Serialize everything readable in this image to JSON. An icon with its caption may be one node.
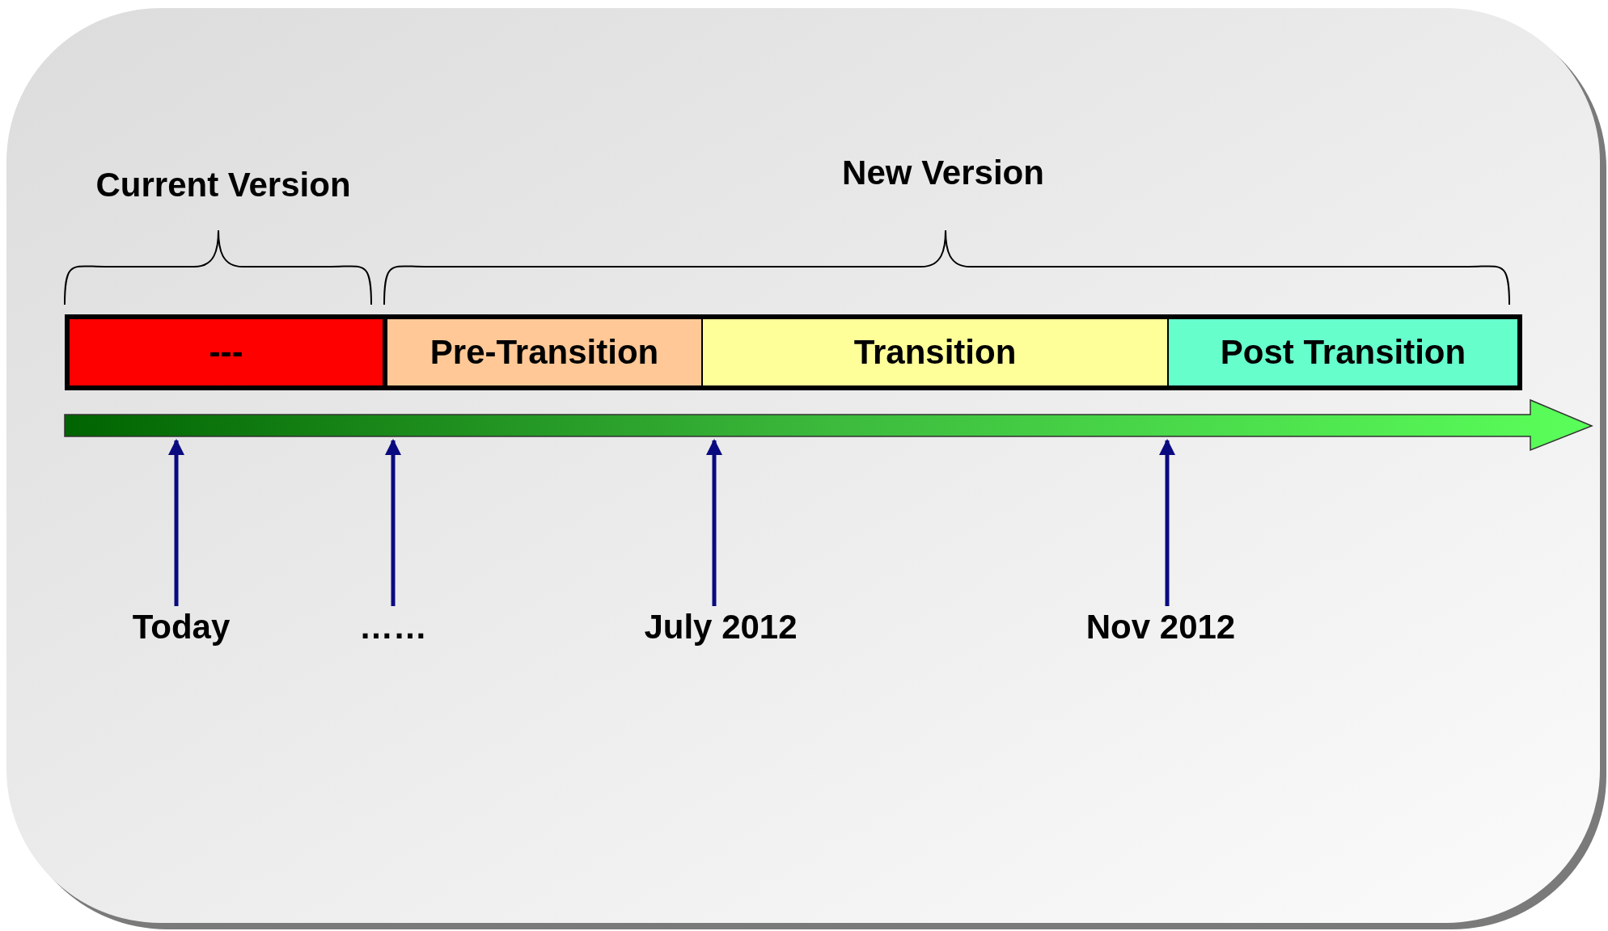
{
  "diagram": {
    "nodes": [
      {
        "text": [
          "---"
        ]
      },
      {
        "text": [
          "Pre-Transition"
        ]
      },
      {
        "text": [
          "Transition"
        ]
      },
      {
        "text": [
          "Post Transition"
        ]
      },
      {
        "text": [
          "Today"
        ]
      },
      {
        "text": [
          "……"
        ]
      },
      {
        "text": [
          "July 2012"
        ]
      },
      {
        "text": [
          "Nov 2012"
        ]
      }
    ],
    "edges": [
      {
        "from": 4,
        "to": null,
        "arrow": "to"
      },
      {
        "from": 5,
        "to": null,
        "arrow": "to"
      },
      {
        "from": 6,
        "to": null,
        "arrow": "to"
      },
      {
        "from": 7,
        "to": null,
        "arrow": "to"
      }
    ],
    "labels": [
      "Current Version",
      "New Version"
    ]
  }
}
